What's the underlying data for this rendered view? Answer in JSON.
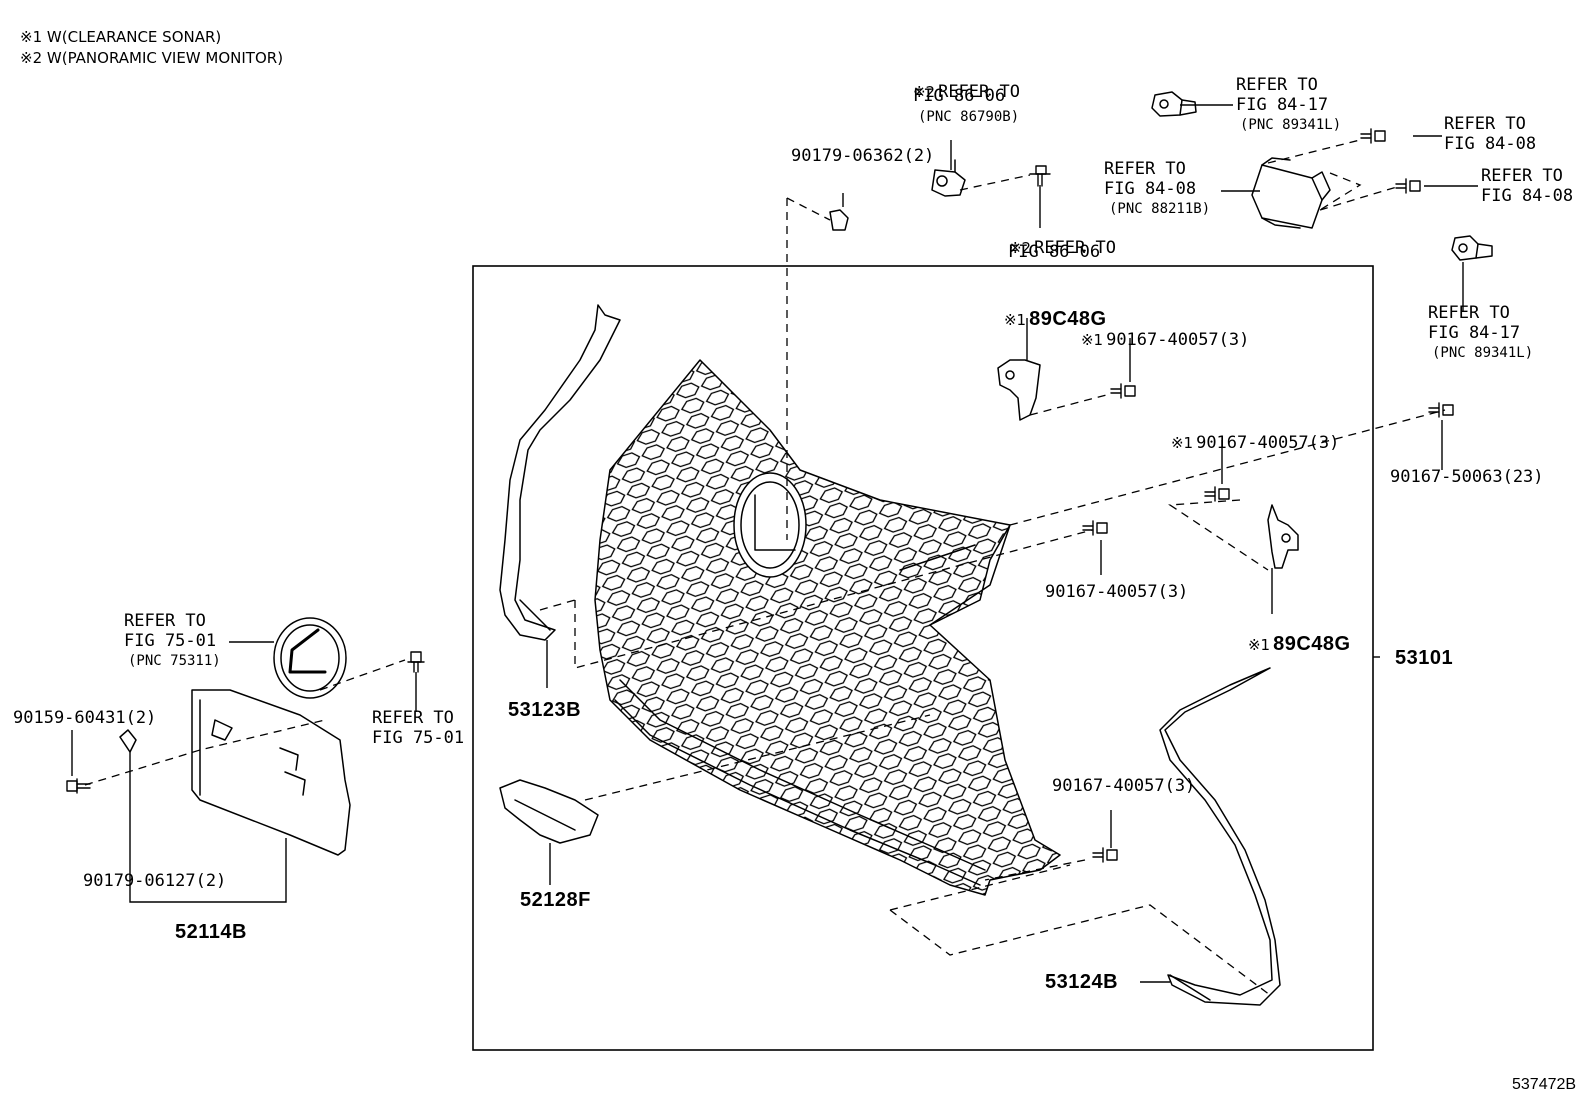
{
  "notes": [
    {
      "mark": "※1",
      "text": "W(CLEARANCE SONAR)"
    },
    {
      "mark": "※2",
      "text": "W(PANORAMIC VIEW MONITOR)"
    }
  ],
  "labels": {
    "ref_86_06_top": {
      "mark": "※2",
      "l1": "REFER TO",
      "l2": "FIG 86-06",
      "pnc": "(PNC 86790B)"
    },
    "ref_86_06_bottom": {
      "mark": "※2",
      "l1": "REFER TO",
      "l2": "FIG 86-06"
    },
    "clip_90179_06362": "90179-06362(2)",
    "ref_84_17_top": {
      "l1": "REFER TO",
      "l2": "FIG 84-17",
      "pnc": "(PNC 89341L)"
    },
    "ref_84_08_a": {
      "l1": "REFER TO",
      "l2": "FIG 84-08"
    },
    "ref_84_08_module": {
      "l1": "REFER TO",
      "l2": "FIG 84-08",
      "pnc": "(PNC 88211B)"
    },
    "ref_84_08_b": {
      "l1": "REFER TO",
      "l2": "FIG 84-08"
    },
    "ref_84_17_right": {
      "l1": "REFER TO",
      "l2": "FIG 84-17",
      "pnc": "(PNC 89341L)"
    },
    "sensor_89c48g_top": {
      "mark": "※1",
      "part": "89C48G"
    },
    "bolt_40057_a": {
      "mark": "※1",
      "part": "90167-40057(3)"
    },
    "bolt_40057_b": {
      "mark": "※1",
      "part": "90167-40057(3)"
    },
    "bolt_50063": "90167-50063(23)",
    "bolt_40057_c": "90167-40057(3)",
    "sensor_89c48g_bottom": {
      "mark": "※1",
      "part": "89C48G"
    },
    "grille_53101": "53101",
    "ref_75_01_emblem": {
      "l1": "REFER TO",
      "l2": "FIG 75-01",
      "pnc": "(PNC 75311)"
    },
    "ref_75_01_bolt": {
      "l1": "REFER TO",
      "l2": "FIG 75-01"
    },
    "bolt_60431": "90159-60431(2)",
    "part_53123b": "53123B",
    "bolt_40057_d": "90167-40057(3)",
    "clip_06127": "90179-06127(2)",
    "part_52114b": "52114B",
    "part_52128f": "52128F",
    "part_53124b": "53124B"
  },
  "footer_id": "537472B"
}
